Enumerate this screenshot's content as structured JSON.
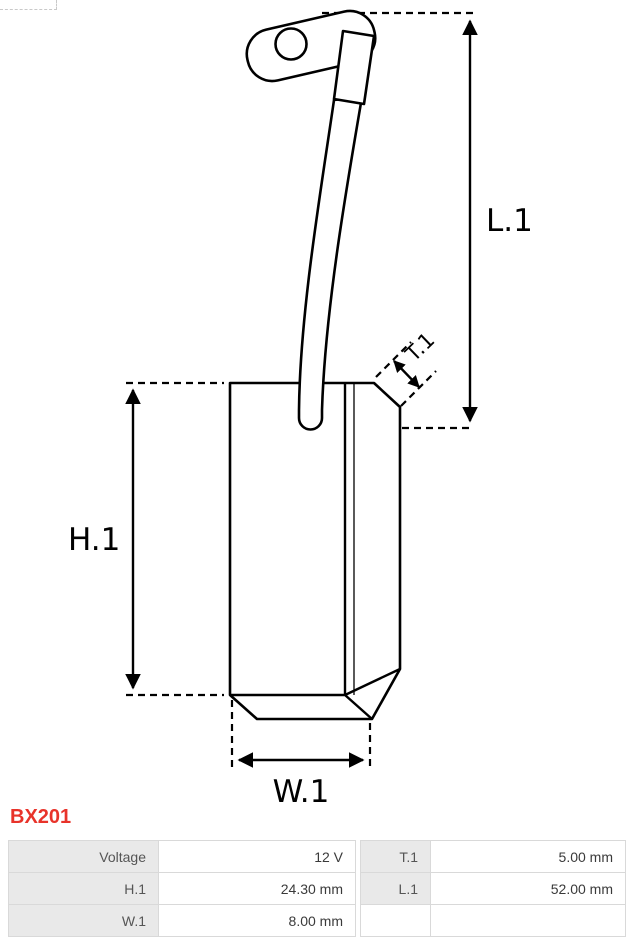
{
  "page": {
    "background": "#ffffff"
  },
  "part": {
    "code": "BX201",
    "code_color": "#e8332a"
  },
  "diagram": {
    "type": "carbon-brush technical drawing",
    "line_color": "#000000",
    "labels": {
      "l1": "L.1",
      "h1": "H.1",
      "w1": "W.1",
      "t1": "T.1"
    }
  },
  "spec_table": {
    "label_bg": "#e9e9e9",
    "border_color": "#d9d9d9",
    "rows": [
      {
        "label1": "Voltage",
        "value1": "12 V",
        "label2": "T.1",
        "value2": "5.00 mm"
      },
      {
        "label1": "H.1",
        "value1": "24.30 mm",
        "label2": "L.1",
        "value2": "52.00 mm"
      },
      {
        "label1": "W.1",
        "value1": "8.00 mm",
        "label2": "",
        "value2": ""
      }
    ]
  }
}
